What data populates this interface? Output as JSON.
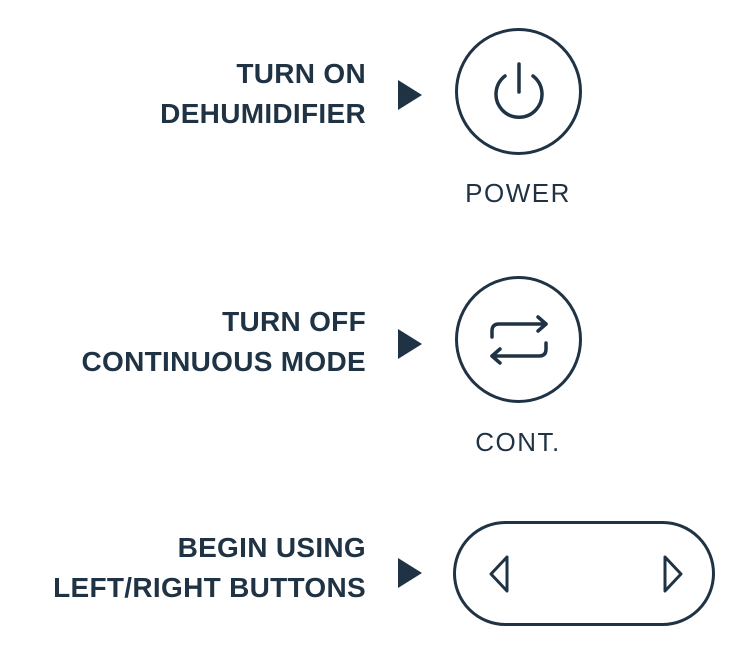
{
  "steps": [
    {
      "label_line1": "TURN ON",
      "label_line2": "DEHUMIDIFIER",
      "button_caption": "POWER",
      "icon": "power-icon"
    },
    {
      "label_line1": "TURN OFF",
      "label_line2": "CONTINUOUS MODE",
      "button_caption": "CONT.",
      "icon": "continuous-cycle-icon"
    },
    {
      "label_line1": "BEGIN USING",
      "label_line2": "LEFT/RIGHT BUTTONS",
      "icons": [
        "left-triangle-icon",
        "right-triangle-icon"
      ]
    }
  ],
  "colors": {
    "ink": "#1f3344",
    "background": "#ffffff"
  }
}
